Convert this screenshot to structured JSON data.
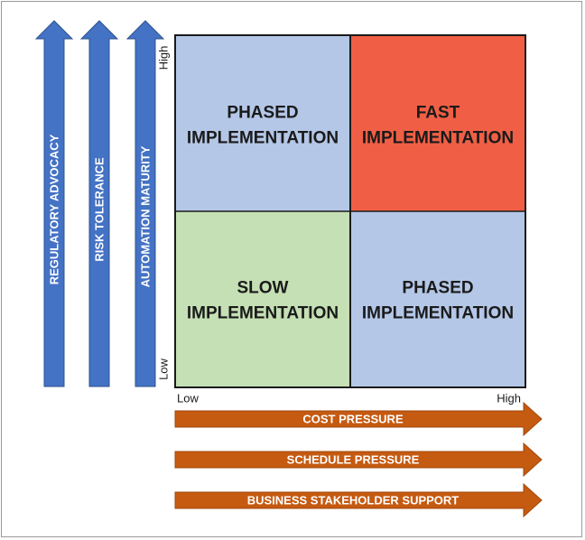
{
  "colors": {
    "vertical_arrow": "#4472c4",
    "vertical_arrow_stroke": "#2f528f",
    "horizontal_arrow": "#c55a11",
    "horizontal_arrow_stroke": "#a04a0e",
    "quad_phased": "#b4c7e7",
    "quad_fast": "#f05f45",
    "quad_slow": "#c5e0b4",
    "grid_border": "#1a1a1a"
  },
  "vertical_arrows": [
    {
      "label": "REGULATORY ADVOCACY"
    },
    {
      "label": "RISK TOLERANCE"
    },
    {
      "label": "AUTOMATION MATURITY"
    }
  ],
  "y_axis": {
    "high": "High",
    "low": "Low"
  },
  "x_axis": {
    "low": "Low",
    "high": "High"
  },
  "quadrants": {
    "top_left": {
      "line1": "PHASED",
      "line2": "IMPLEMENTATION"
    },
    "top_right": {
      "line1": "FAST",
      "line2": "IMPLEMENTATION"
    },
    "bottom_left": {
      "line1": "SLOW",
      "line2": "IMPLEMENTATION"
    },
    "bottom_right": {
      "line1": "PHASED",
      "line2": "IMPLEMENTATION"
    }
  },
  "horizontal_arrows": [
    {
      "label": "COST PRESSURE"
    },
    {
      "label": "SCHEDULE PRESSURE"
    },
    {
      "label": "BUSINESS STAKEHOLDER SUPPORT"
    }
  ]
}
